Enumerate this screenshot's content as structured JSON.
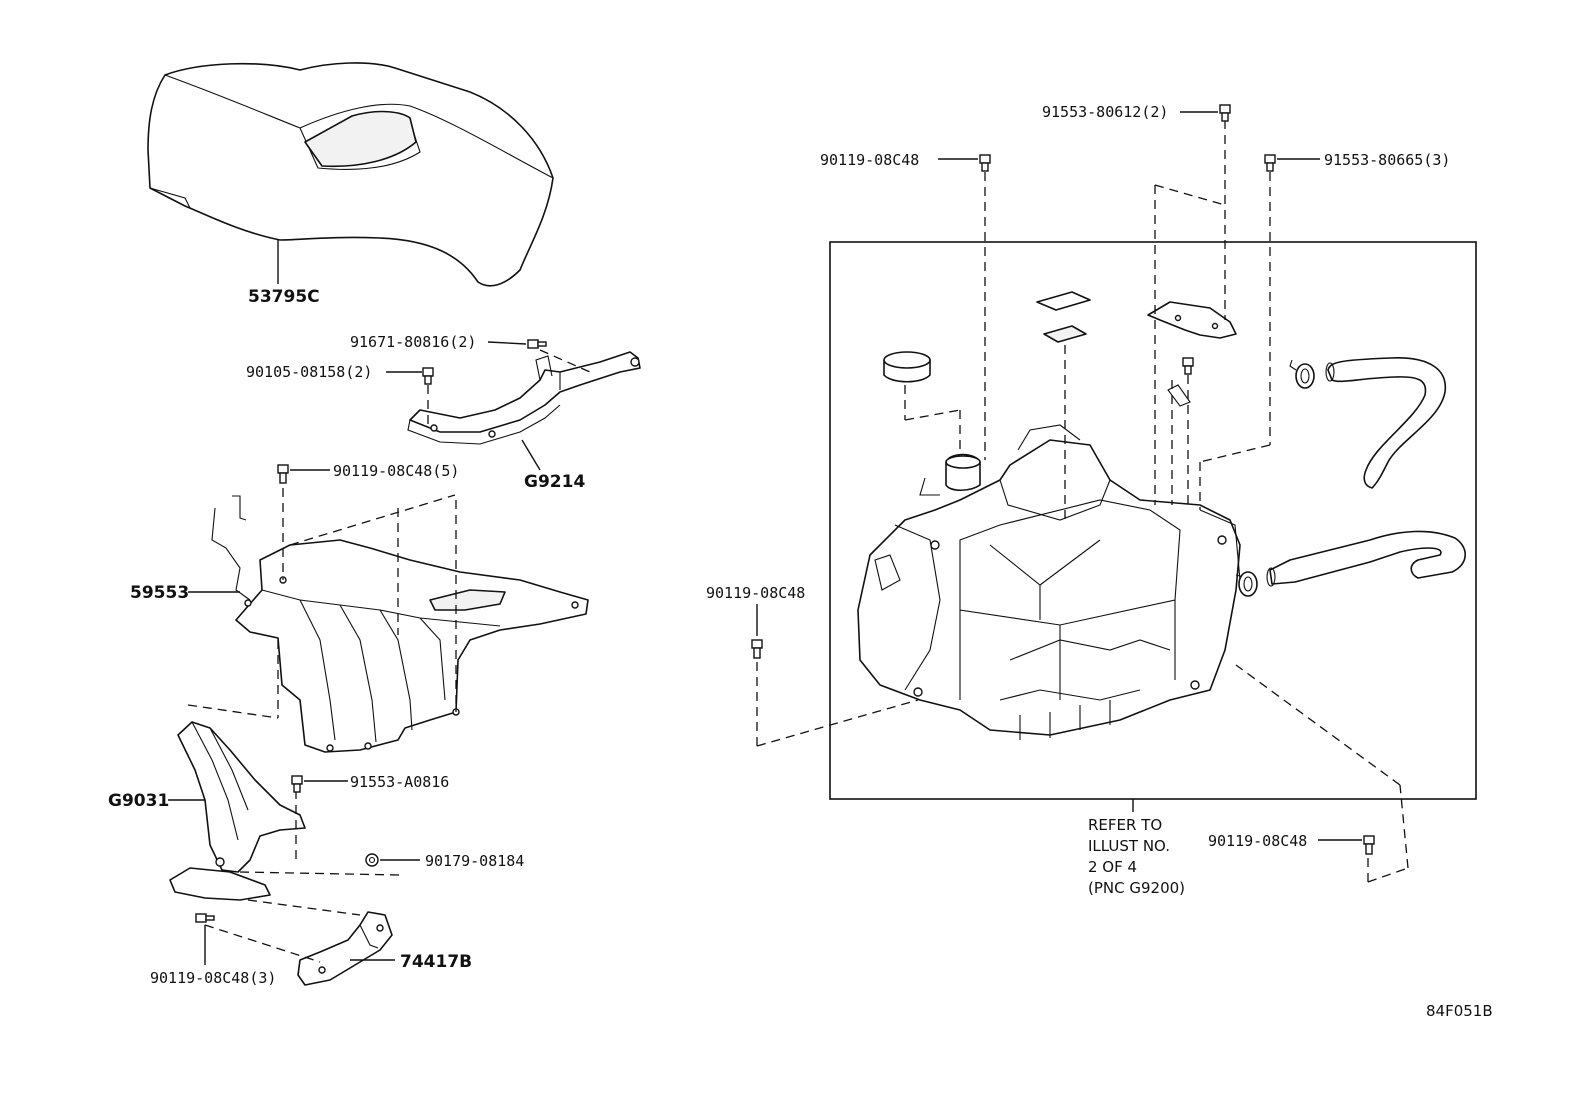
{
  "labels": {
    "cover": "53795C",
    "bolt_91671": "91671-80816(2)",
    "bolt_90105": "90105-08158(2)",
    "bracket_g9214": "G9214",
    "bolt_90119_5": "90119-08C48(5)",
    "protector_59553": "59553",
    "bracket_g9031": "G9031",
    "bolt_91553_a0816": "91553-A0816",
    "nut_90179": "90179-08184",
    "bracket_74417b": "74417B",
    "bolt_90119_3": "90119-08C48(3)",
    "bolt_91553_80612": "91553-80612(2)",
    "bolt_90119_top": "90119-08C48",
    "bolt_91553_80665": "91553-80665(3)",
    "bolt_90119_left": "90119-08C48",
    "bolt_90119_bottom": "90119-08C48",
    "refer_line1": "REFER TO",
    "refer_line2": "ILLUST NO.",
    "refer_line3": "2 OF 4",
    "refer_line4": "(PNC G9200)",
    "figure_code": "84F051B"
  }
}
